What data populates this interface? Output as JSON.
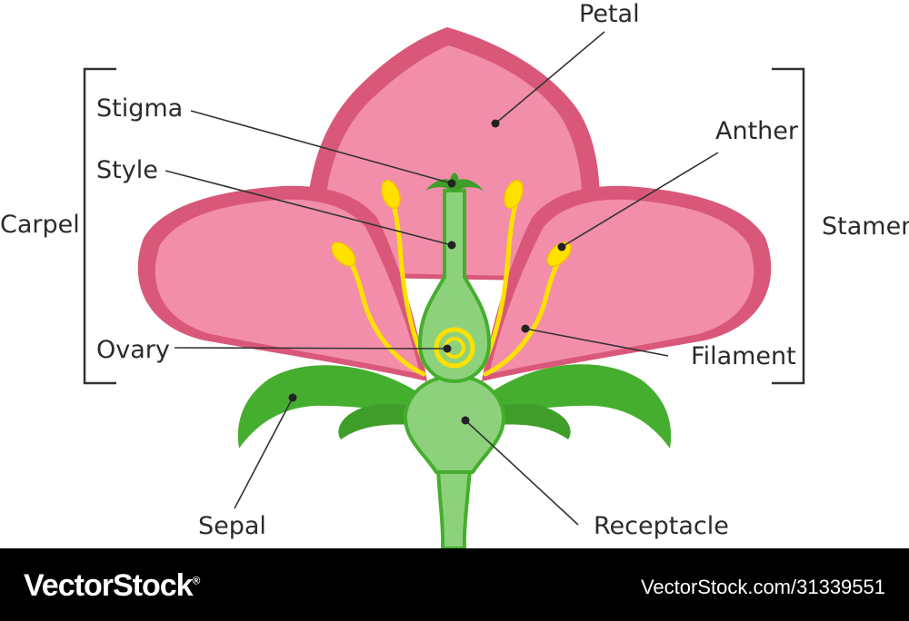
{
  "labels": {
    "petal": "Petal",
    "stigma": "Stigma",
    "style": "Style",
    "anther": "Anther",
    "carpel": "Carpel",
    "stamen": "Stamen",
    "ovary": "Ovary",
    "filament": "Filament",
    "sepal": "Sepal",
    "receptacle": "Receptacle"
  },
  "footer": {
    "brand": "VectorStock",
    "url": "VectorStock.com/31339551",
    "registered_mark": "®"
  },
  "colors": {
    "petal_fill": "#F28EAA",
    "petal_edge": "#D9587A",
    "sepal": "#45AE2E",
    "receptacle": "#8ED17C",
    "anther": "#FFE100",
    "text": "#2b2b2b"
  }
}
